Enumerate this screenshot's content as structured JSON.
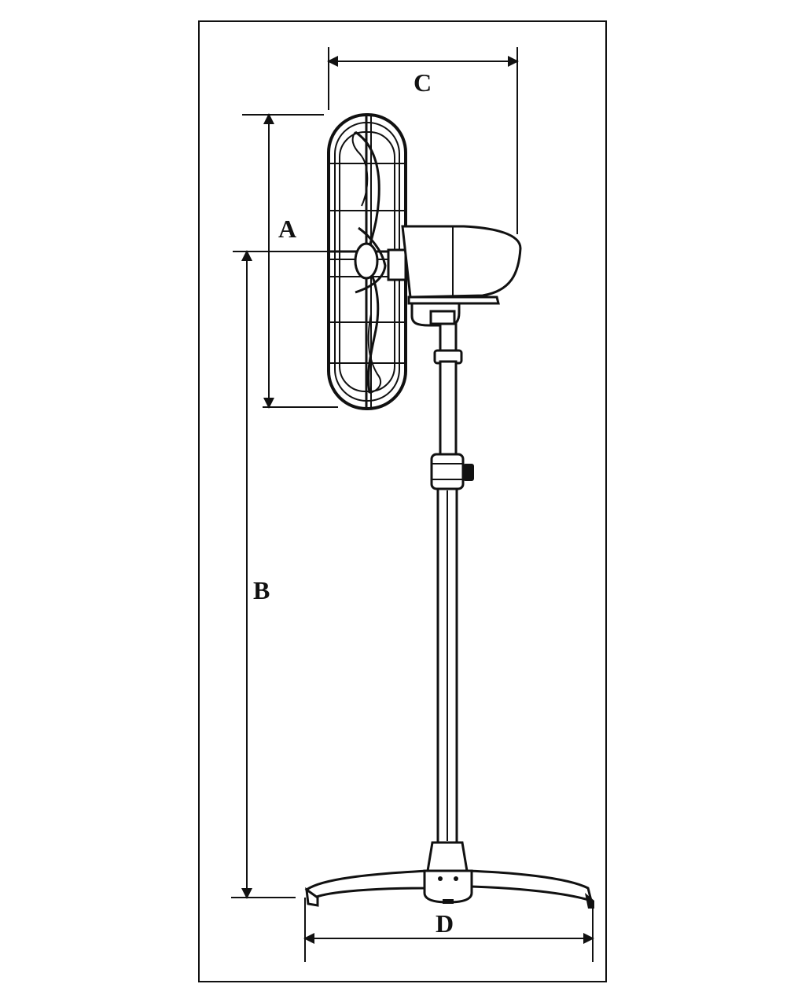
{
  "figure": {
    "description_icon": "pedestal-fan-side-view",
    "dimensions": {
      "A": "A",
      "B": "B",
      "C": "C",
      "D": "D"
    },
    "colors": {
      "line": "#111111",
      "background": "#ffffff"
    }
  }
}
